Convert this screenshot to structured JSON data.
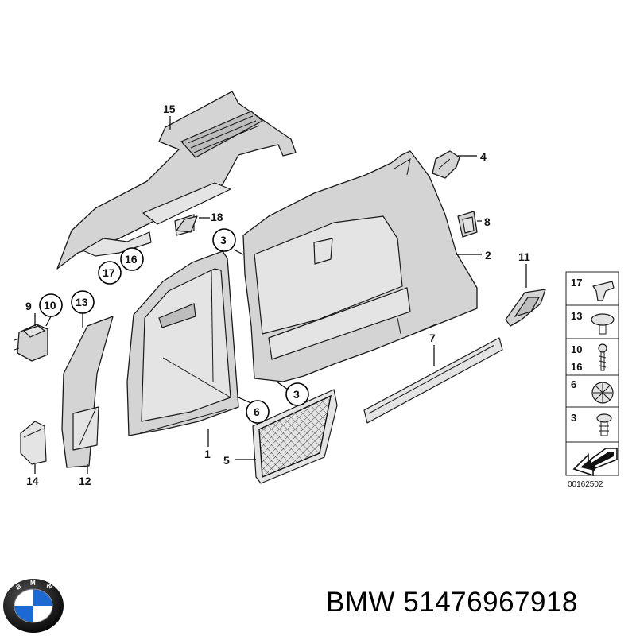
{
  "brand": "BMW",
  "part_number": "51476967918",
  "reference_code": "00162502",
  "logo_letters": "BMW",
  "colors": {
    "line": "#1a1a1a",
    "part_fill": "#d4d4d4",
    "logo_blue": "#1c69d4"
  },
  "callouts": {
    "c1": "1",
    "c2": "2",
    "c3a": "3",
    "c3b": "3",
    "c4": "4",
    "c5": "5",
    "c6": "6",
    "c7": "7",
    "c8": "8",
    "c9": "9",
    "c10": "10",
    "c11": "11",
    "c12": "12",
    "c13": "13",
    "c14": "14",
    "c15": "15",
    "c16": "16",
    "c17": "17",
    "c18": "18"
  },
  "legend": [
    "17",
    "13",
    "10",
    "16",
    "6",
    "3"
  ]
}
